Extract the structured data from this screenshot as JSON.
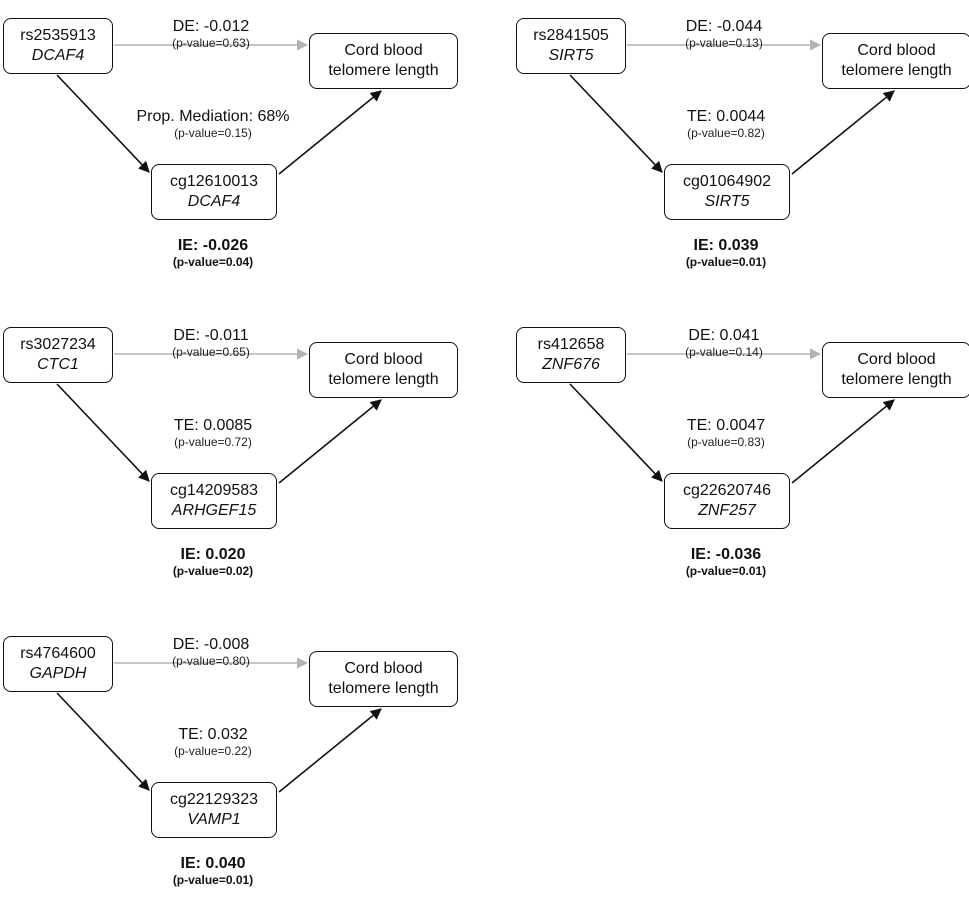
{
  "diagrams": [
    {
      "snp_id": "rs2535913",
      "snp_gene": "DCAF4",
      "outcome_l1": "Cord blood",
      "outcome_l2": "telomere length",
      "cpg_id": "cg12610013",
      "cpg_gene": "DCAF4",
      "de": "DE: -0.012",
      "de_p": "(p-value=0.63)",
      "mid": "Prop. Mediation: 68%",
      "mid_p": "(p-value=0.15)",
      "ie": "IE: -0.026",
      "ie_p": "(p-value=0.04)"
    },
    {
      "snp_id": "rs2841505",
      "snp_gene": "SIRT5",
      "outcome_l1": "Cord blood",
      "outcome_l2": "telomere length",
      "cpg_id": "cg01064902",
      "cpg_gene": "SIRT5",
      "de": "DE: -0.044",
      "de_p": "(p-value=0.13)",
      "mid": "TE: 0.0044",
      "mid_p": "(p-value=0.82)",
      "ie": "IE: 0.039",
      "ie_p": "(p-value=0.01)"
    },
    {
      "snp_id": "rs3027234",
      "snp_gene": "CTC1",
      "outcome_l1": "Cord blood",
      "outcome_l2": "telomere length",
      "cpg_id": "cg14209583",
      "cpg_gene": "ARHGEF15",
      "de": "DE: -0.011",
      "de_p": "(p-value=0.65)",
      "mid": "TE: 0.0085",
      "mid_p": "(p-value=0.72)",
      "ie": "IE: 0.020",
      "ie_p": "(p-value=0.02)"
    },
    {
      "snp_id": "rs412658",
      "snp_gene": "ZNF676",
      "outcome_l1": "Cord blood",
      "outcome_l2": "telomere length",
      "cpg_id": "cg22620746",
      "cpg_gene": "ZNF257",
      "de": "DE: 0.041",
      "de_p": "(p-value=0.14)",
      "mid": "TE: 0.0047",
      "mid_p": "(p-value=0.83)",
      "ie": "IE: -0.036",
      "ie_p": "(p-value=0.01)"
    },
    {
      "snp_id": "rs4764600",
      "snp_gene": "GAPDH",
      "outcome_l1": "Cord blood",
      "outcome_l2": "telomere length",
      "cpg_id": "cg22129323",
      "cpg_gene": "VAMP1",
      "de": "DE: -0.008",
      "de_p": "(p-value=0.80)",
      "mid": "TE: 0.032",
      "mid_p": "(p-value=0.22)",
      "ie": "IE: 0.040",
      "ie_p": "(p-value=0.01)"
    }
  ],
  "colors": {
    "direct_arrow": "#b3b3b3",
    "path_arrow": "#111111",
    "box_border": "#111111"
  }
}
